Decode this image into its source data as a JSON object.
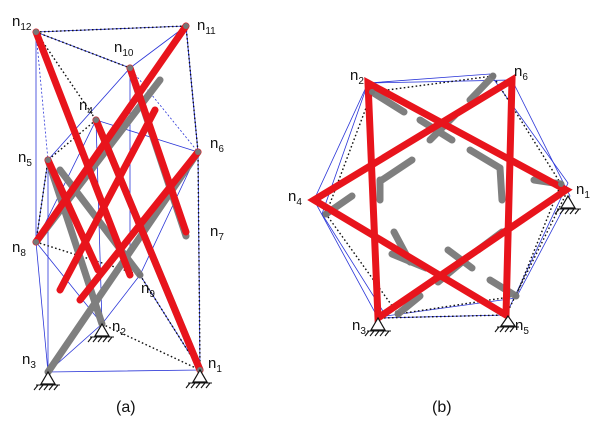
{
  "panel_a": {
    "caption": "(a)",
    "nodes": [
      {
        "key": "n1",
        "name": "n",
        "sub": "1"
      },
      {
        "key": "n2",
        "name": "n",
        "sub": "2"
      },
      {
        "key": "n3",
        "name": "n",
        "sub": "3"
      },
      {
        "key": "n4",
        "name": "n",
        "sub": "4"
      },
      {
        "key": "n5",
        "name": "n",
        "sub": "5"
      },
      {
        "key": "n6",
        "name": "n",
        "sub": "6"
      },
      {
        "key": "n7",
        "name": "n",
        "sub": "7"
      },
      {
        "key": "n8",
        "name": "n",
        "sub": "8"
      },
      {
        "key": "n9",
        "name": "n",
        "sub": "9"
      },
      {
        "key": "n10",
        "name": "n",
        "sub": "10"
      },
      {
        "key": "n11",
        "name": "n",
        "sub": "11"
      },
      {
        "key": "n12",
        "name": "n",
        "sub": "12"
      }
    ]
  },
  "panel_b": {
    "caption": "(b)",
    "nodes": [
      {
        "key": "n1",
        "name": "n",
        "sub": "1"
      },
      {
        "key": "n2",
        "name": "n",
        "sub": "2"
      },
      {
        "key": "n3",
        "name": "n",
        "sub": "3"
      },
      {
        "key": "n4",
        "name": "n",
        "sub": "4"
      },
      {
        "key": "n5",
        "name": "n",
        "sub": "5"
      },
      {
        "key": "n6",
        "name": "n",
        "sub": "6"
      }
    ]
  },
  "colors": {
    "red_bars": "#e8141c",
    "grey_bars": "#7f7f7f",
    "blue_cables": "#2b36d8",
    "black_dotted": "#111111"
  }
}
